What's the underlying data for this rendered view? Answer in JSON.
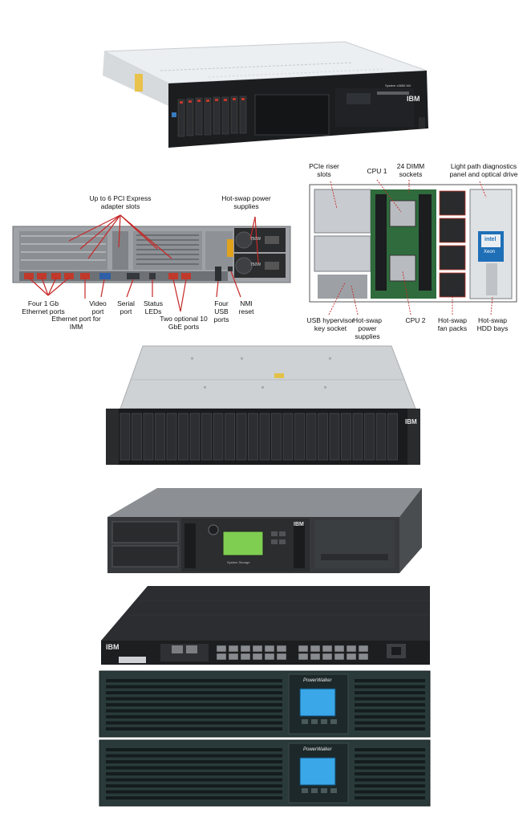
{
  "server": {
    "brand": "IBM",
    "model": "System x3650 M4"
  },
  "rear_callouts": {
    "pcie_slots": "Up to 6 PCI Express adapter slots",
    "power_supplies": "Hot-swap power supplies",
    "ethernet": "Four 1 Gb Ethernet ports",
    "imm": "Ethernet port for IMM",
    "video": "Video port",
    "serial": "Serial port",
    "status": "Status LEDs",
    "ten_gbe": "Two optional 10 GbE ports",
    "usb": "Four USB ports",
    "nmi": "NMI reset",
    "psu_badge": "750W"
  },
  "internal_callouts": {
    "riser": "PCIe riser slots",
    "cpu1": "CPU 1",
    "dimm": "24 DIMM sockets",
    "diagnostics": "Light path diagnostics panel and optical drive",
    "usb_key": "USB hypervisor key socket",
    "power": "Hot-swap power supplies",
    "cpu2": "CPU 2",
    "fans": "Hot-swap fan packs",
    "hdd": "Hot-swap HDD bays",
    "cpu_brand": "intel",
    "cpu_family": "Xeon"
  },
  "storage": {
    "brand": "IBM"
  },
  "tape": {
    "brand": "IBM",
    "model": "System Storage"
  },
  "switch": {
    "brand": "IBM"
  },
  "ups": {
    "brand": "PowerWalker"
  }
}
